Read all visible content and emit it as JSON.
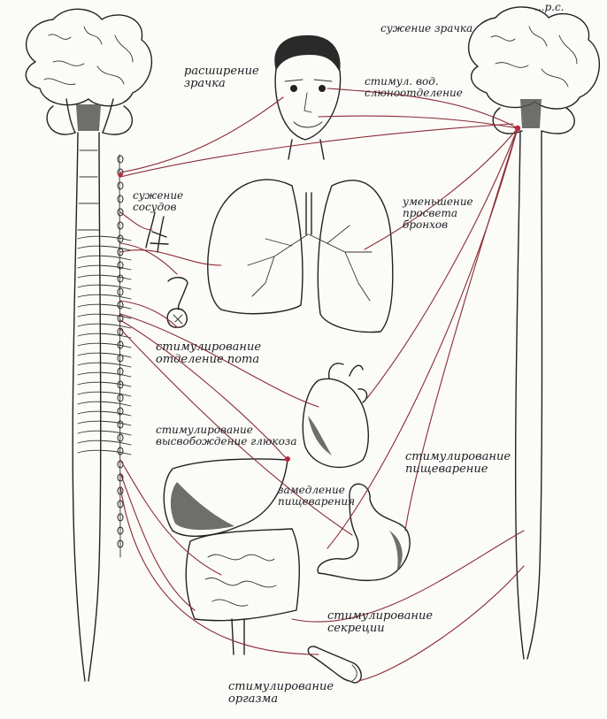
{
  "colors": {
    "nerve": "#8b2b36",
    "ink": "#222222",
    "paper": "#fbfbf8",
    "node": "#c0243a"
  },
  "labels": {
    "corner_mark": "...р.с.",
    "pupil_constriction": "сужение зрачка",
    "pupil_dilation": "расширение\nзрачка",
    "salivation": "стимул. вод.\nслюноотделение",
    "vasoconstriction": "сужение\nсосудов",
    "bronchi": "уменьшение\nпросвета\nбронхов",
    "sweat": "стимулирование\nотделение пота",
    "glucose": "стимулирование\nвысвобождение глюкоза",
    "digestion_stim": "стимулирование\nпищеварение",
    "digestion_slow": "замедление\nпищеварения",
    "secretion": "стимулирование\nсекреции",
    "orgasm": "стимулирование\nоргазма"
  }
}
